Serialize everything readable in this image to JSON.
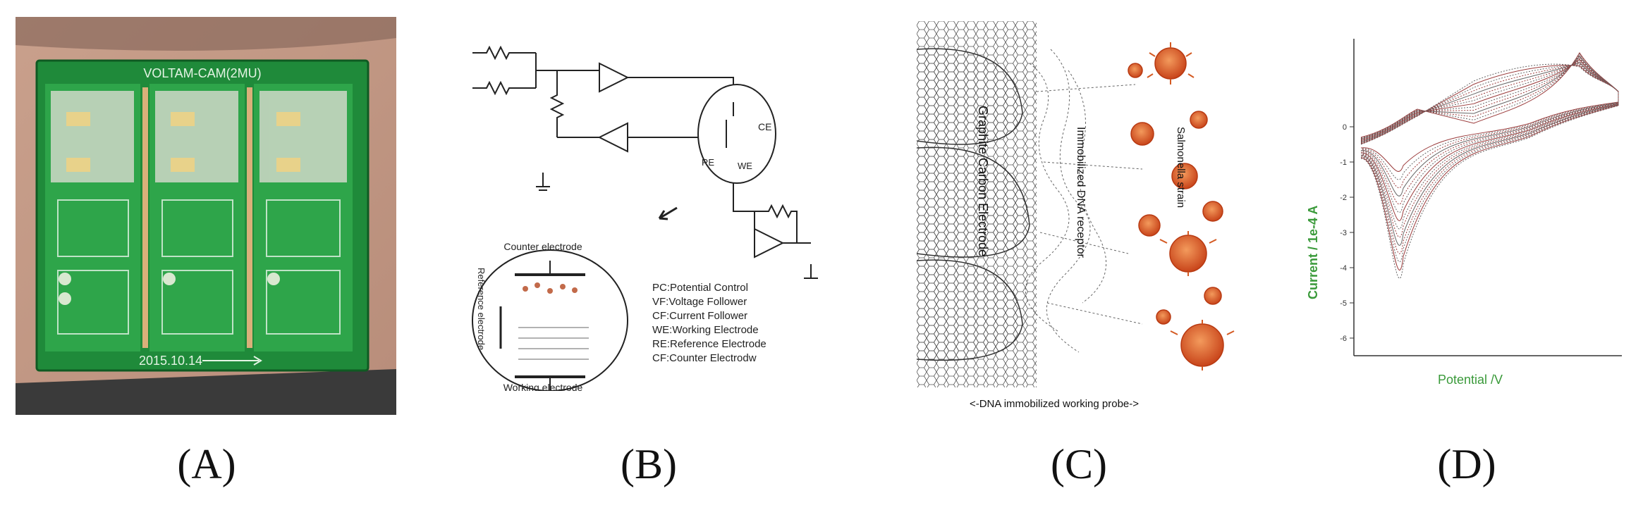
{
  "captions": [
    "(A)",
    "(B)",
    "(C)",
    "(D)"
  ],
  "panelA": {
    "board_title": "VOLTAM-CAM(2MU)",
    "board_date": "2015.10.14"
  },
  "panelB": {
    "top_label": "Counter electrode",
    "side_label": "Reference electrode",
    "bottom_label": "Working electrode",
    "legend": [
      "PC:Potential Control",
      "VF:Voltage Follower",
      "CF:Current Follower",
      "WE:Working Electrode",
      "RE:Reference Electrode",
      "CF:Counter Electrodw"
    ],
    "ce": "CE",
    "re": "RE",
    "we": "WE"
  },
  "panelC": {
    "carbon_label": "Graphite Carbon Electrode",
    "dna_label": "Immobilized DNA receptor",
    "target_label": "Salmonella strain",
    "bottom_label": "<-DNA immobilized working probe->"
  },
  "panelD": {
    "ylabel": "Current / 1e-4 A",
    "xlabel": "Potential /V",
    "label_color": "#3a9a3a"
  },
  "chart_data": {
    "type": "line",
    "xlabel": "Potential /V",
    "ylabel": "Current / 1e-4 A",
    "y_ticks": [
      "0",
      "-1",
      "-2",
      "-3",
      "-4",
      "-5",
      "-6"
    ],
    "ylim": [
      -6.5,
      2.5
    ]
  }
}
